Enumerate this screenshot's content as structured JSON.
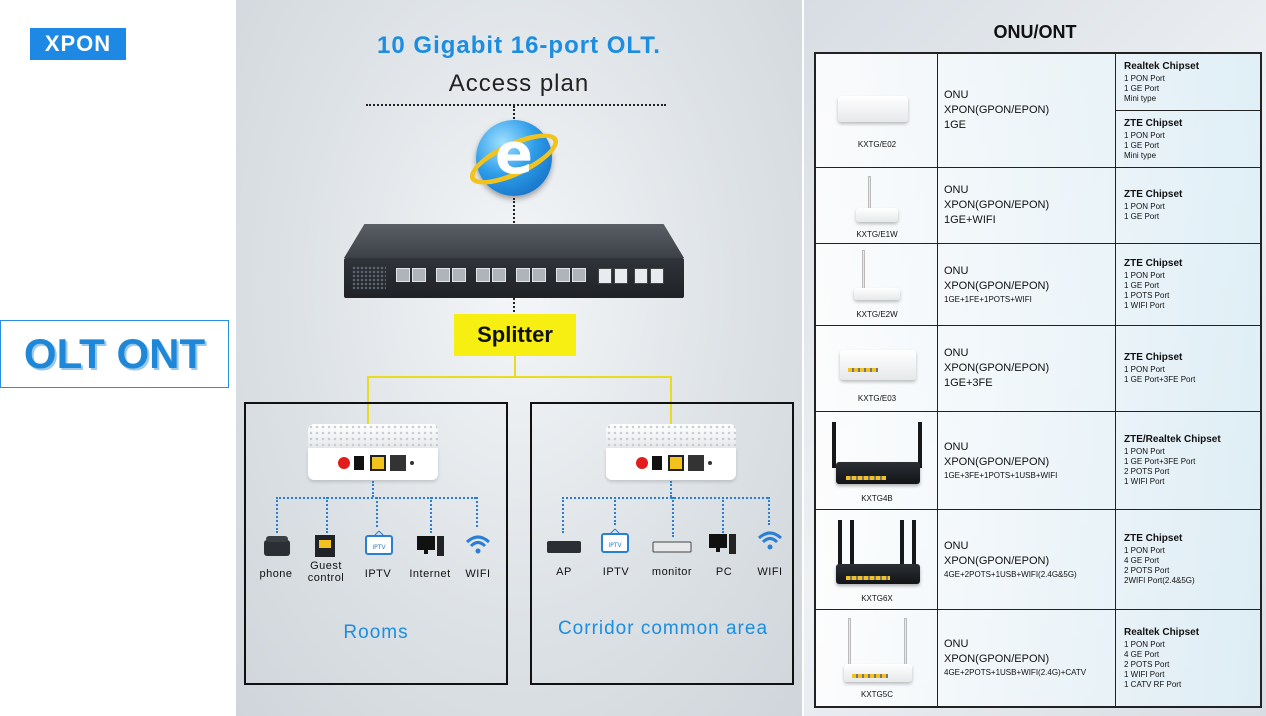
{
  "left": {
    "xpon_tag": "XPON",
    "olt_ont_tag": "OLT ONT"
  },
  "diagram": {
    "title_line1": "10 Gigabit 16-port OLT.",
    "title_line2": "Access plan",
    "splitter_label": "Splitter",
    "rooms": {
      "area_label": "Rooms",
      "devices": [
        "phone",
        "Guest control",
        "IPTV",
        "Internet",
        "WIFI"
      ],
      "device_icons": [
        "phone-icon",
        "access-control-icon",
        "iptv-icon",
        "desktop-pc-icon",
        "wifi-icon"
      ]
    },
    "corridor": {
      "area_label": "Corridor common area",
      "devices": [
        "AP",
        "IPTV",
        "monitor",
        "PC",
        "WIFI"
      ],
      "device_icons": [
        "access-point-icon",
        "iptv-icon",
        "monitor-nvr-icon",
        "desktop-pc-icon",
        "wifi-icon"
      ]
    },
    "colors": {
      "blue_text": "#1c8de0",
      "splitter_yellow": "#f7ef11",
      "fiber_line": "#e9dc20",
      "ethernet_dots": "#2a7fd4"
    }
  },
  "onu_table": {
    "title": "ONU/ONT",
    "rows": [
      {
        "model": "KXTG/E02",
        "desc": [
          "ONU",
          "XPON(GPON/EPON)",
          "1GE"
        ],
        "spec_blocks": [
          {
            "header": "Realtek Chipset",
            "lines": [
              "1 PON Port",
              "1 GE Port",
              "Mini type"
            ]
          },
          {
            "header": "ZTE Chipset",
            "lines": [
              "1 PON Port",
              "1 GE Port",
              "Mini type"
            ]
          }
        ]
      },
      {
        "model": "KXTG/E1W",
        "desc": [
          "ONU",
          "XPON(GPON/EPON)",
          "1GE+WIFI"
        ],
        "spec_blocks": [
          {
            "header": "ZTE Chipset",
            "lines": [
              "1 PON Port",
              "1 GE Port"
            ]
          }
        ]
      },
      {
        "model": "KXTG/E2W",
        "desc": [
          "ONU",
          "XPON(GPON/EPON)",
          "1GE+1FE+1POTS+WIFI"
        ],
        "spec_blocks": [
          {
            "header": "ZTE Chipset",
            "lines": [
              "1 PON Port",
              "1 GE Port",
              "1 POTS Port",
              "1 WIFI Port"
            ]
          }
        ]
      },
      {
        "model": "KXTG/E03",
        "desc": [
          "ONU",
          "XPON(GPON/EPON)",
          "1GE+3FE"
        ],
        "spec_blocks": [
          {
            "header": "ZTE Chipset",
            "lines": [
              "1 PON Port",
              "1 GE Port+3FE Port"
            ]
          }
        ]
      },
      {
        "model": "KXTG4B",
        "desc": [
          "ONU",
          "XPON(GPON/EPON)",
          "1GE+3FE+1POTS+1USB+WIFI"
        ],
        "spec_blocks": [
          {
            "header": "ZTE/Realtek Chipset",
            "lines": [
              "1 PON Port",
              "1 GE Port+3FE Port",
              "2 POTS Port",
              "1 WIFI Port"
            ]
          }
        ]
      },
      {
        "model": "KXTG6X",
        "desc": [
          "ONU",
          "XPON(GPON/EPON)",
          "4GE+2POTS+1USB+WIFI(2.4G&5G)"
        ],
        "spec_blocks": [
          {
            "header": "ZTE Chipset",
            "lines": [
              "1 PON Port",
              "4 GE Port",
              "2 POTS Port",
              "2WIFI Port(2.4&5G)"
            ]
          }
        ]
      },
      {
        "model": "KXTG5C",
        "desc": [
          "ONU",
          "XPON(GPON/EPON)",
          "4GE+2POTS+1USB+WIFI(2.4G)+CATV"
        ],
        "spec_blocks": [
          {
            "header": "Realtek Chipset",
            "lines": [
              "1 PON Port",
              "4 GE Port",
              "2 POTS Port",
              "1 WIFI Port",
              "1 CATV RF Port"
            ]
          }
        ]
      }
    ]
  }
}
